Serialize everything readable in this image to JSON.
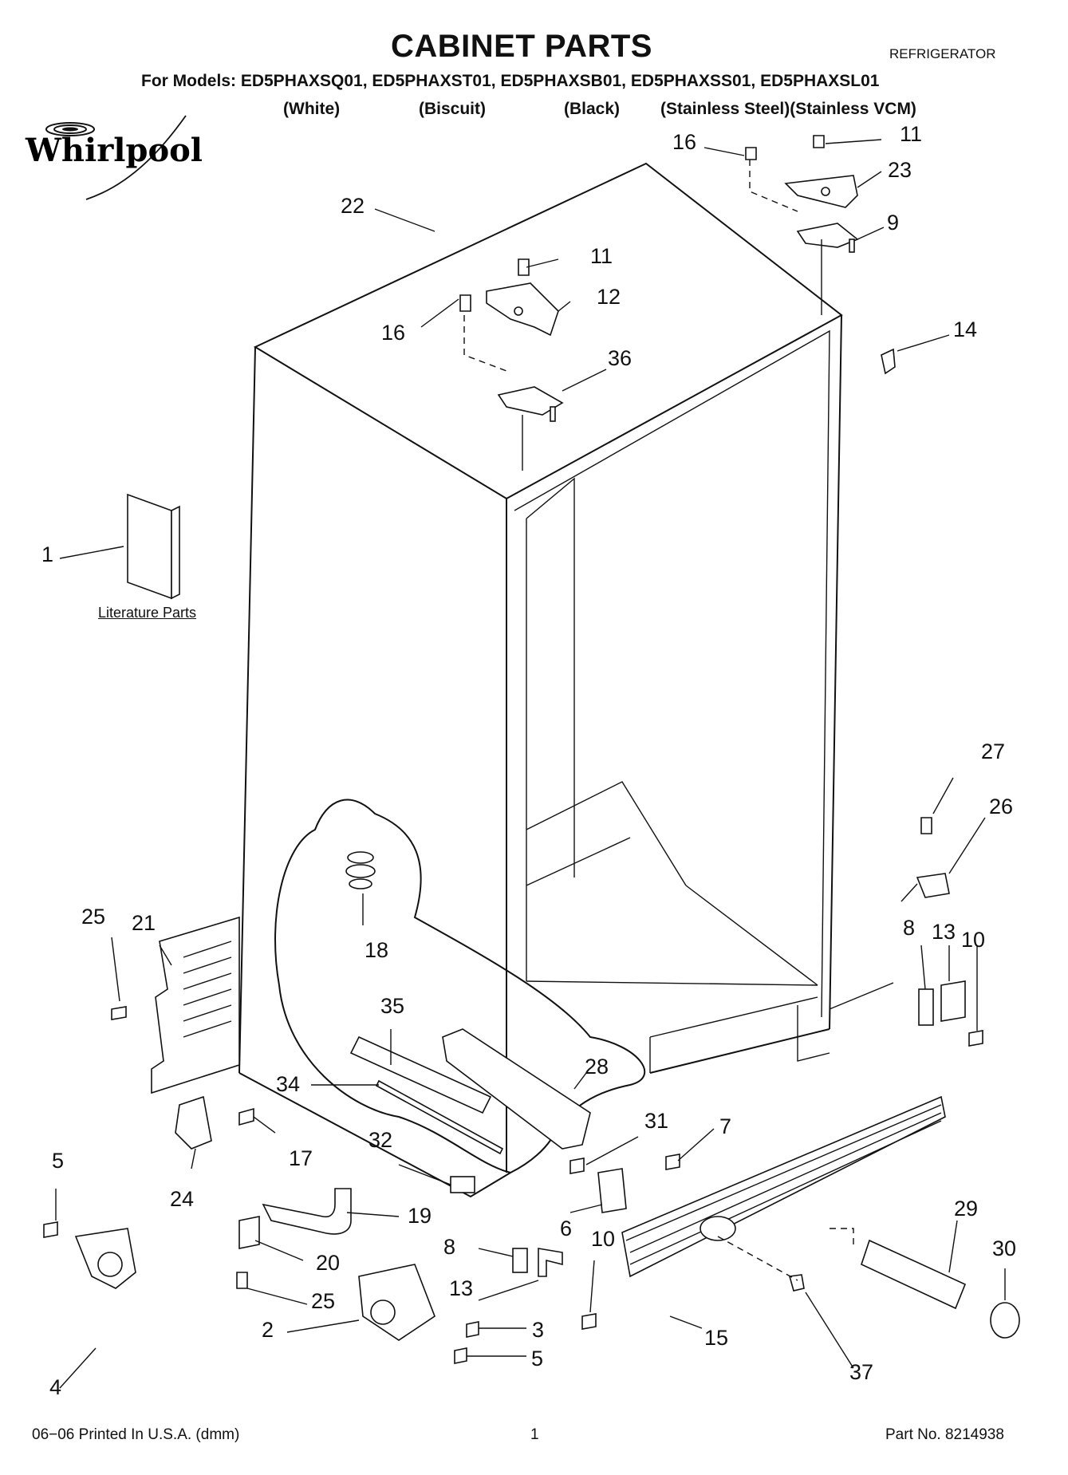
{
  "header": {
    "title": "CABINET PARTS",
    "appliance": "REFRIGERATOR",
    "models_line": "For Models: ED5PHAXSQ01, ED5PHAXST01, ED5PHAXSB01, ED5PHAXSS01, ED5PHAXSL01",
    "variants": [
      "(White)",
      "(Biscuit)",
      "(Black)",
      "(Stainless Steel)(Stainless VCM)"
    ]
  },
  "logo": {
    "brand": "Whirlpool"
  },
  "literature_label": "Literature Parts",
  "callouts": [
    "1",
    "2",
    "3",
    "4",
    "5",
    "5",
    "6",
    "7",
    "8",
    "8",
    "9",
    "10",
    "10",
    "11",
    "11",
    "12",
    "13",
    "13",
    "14",
    "15",
    "16",
    "16",
    "17",
    "18",
    "19",
    "20",
    "21",
    "22",
    "23",
    "24",
    "25",
    "25",
    "26",
    "27",
    "28",
    "29",
    "30",
    "31",
    "32",
    "34",
    "35",
    "36",
    "37"
  ],
  "footer": {
    "left": "06−06 Printed In U.S.A. (dmm)",
    "center": "1",
    "right": "Part No. 8214938"
  }
}
